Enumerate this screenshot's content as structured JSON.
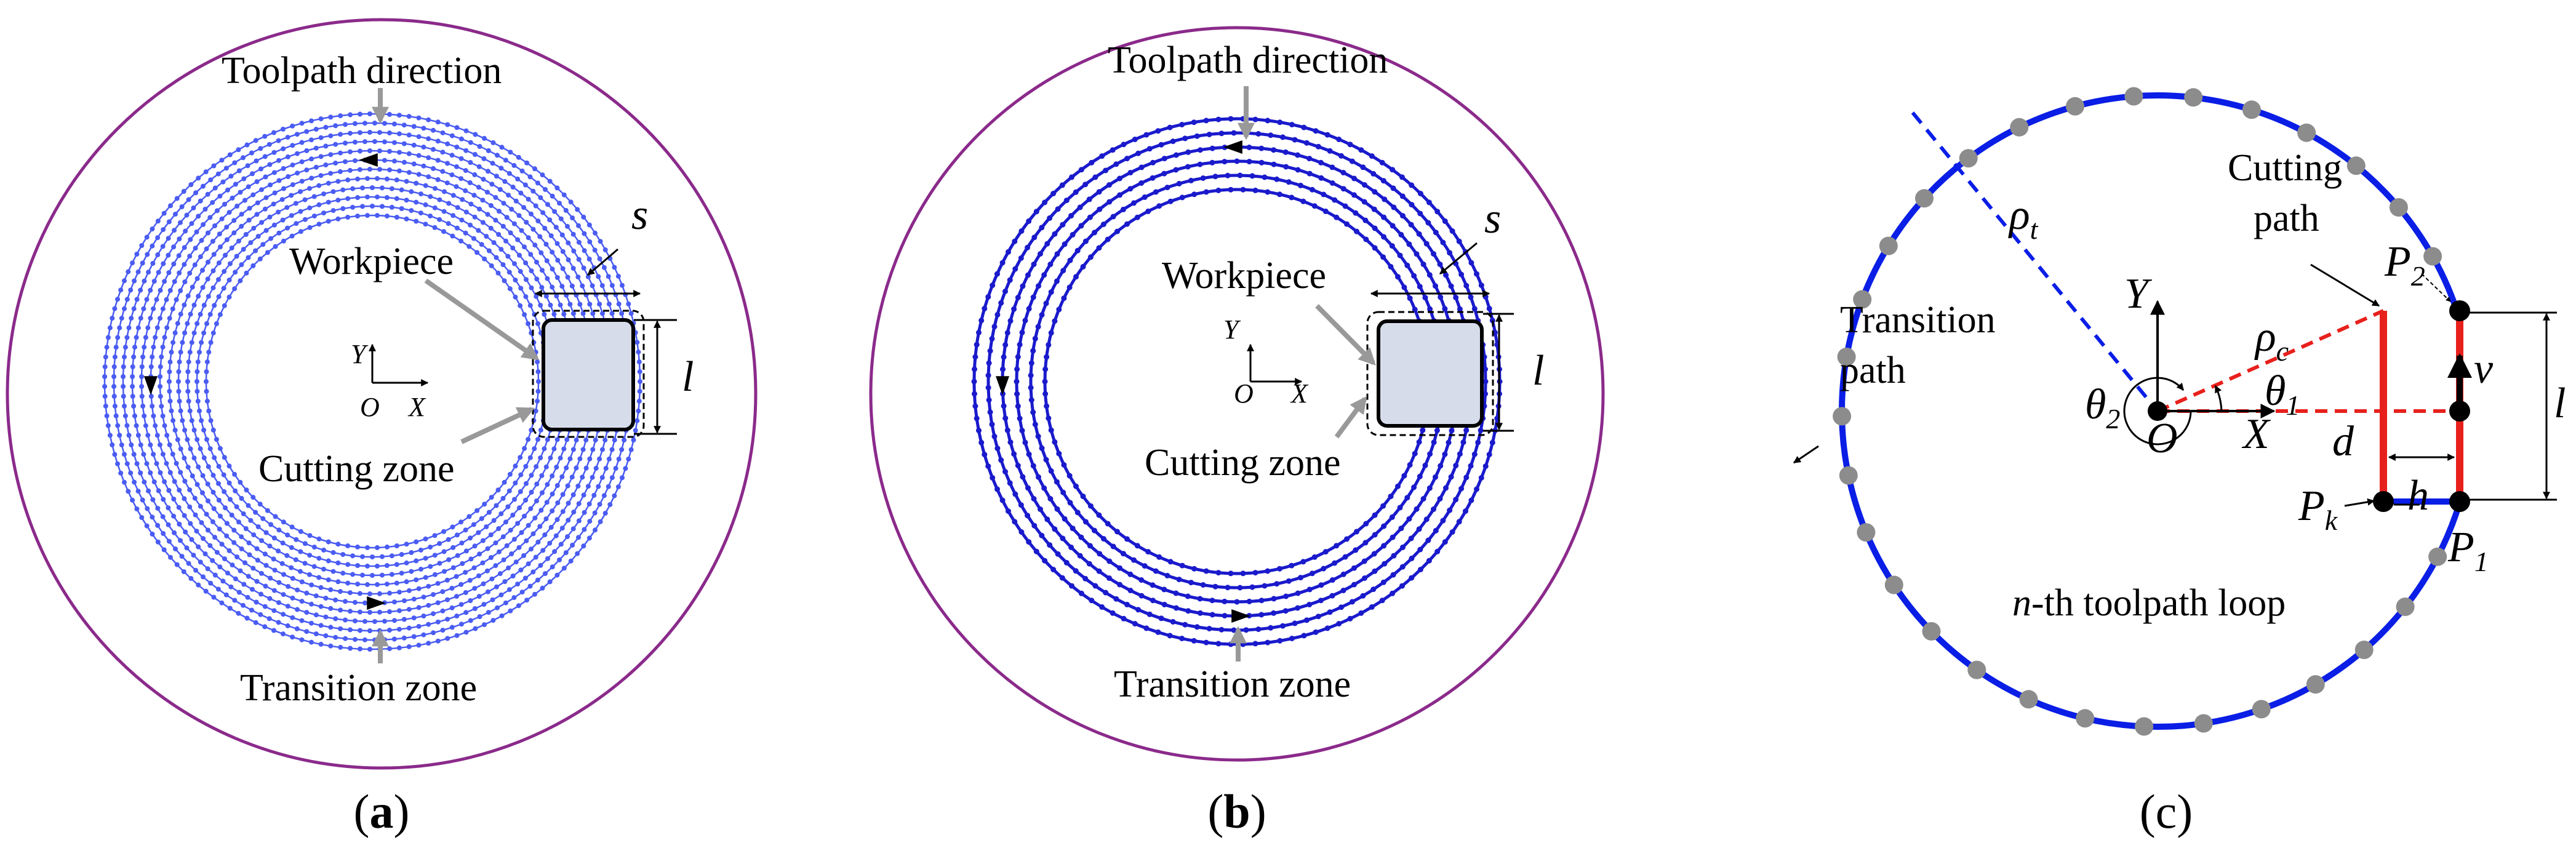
{
  "panels": [
    {
      "caption_open": "(",
      "caption_letter": "a",
      "caption_close": ")",
      "toolpath_direction": "Toolpath direction",
      "workpiece": "Workpiece",
      "cutting_zone": "Cutting zone",
      "transition_zone": "Transition zone",
      "s": "s",
      "l": "l",
      "axis_y": "Y",
      "axis_o": "O",
      "axis_x": "X"
    },
    {
      "caption_open": "(",
      "caption_letter": "b",
      "caption_close": ")",
      "toolpath_direction": "Toolpath direction",
      "workpiece": "Workpiece",
      "cutting_zone": "Cutting zone",
      "transition_zone": "Transition zone",
      "s": "s",
      "l": "l",
      "axis_y": "Y",
      "axis_o": "O",
      "axis_x": "X"
    },
    {
      "caption": "(c)",
      "cutting_path_1": "Cutting",
      "cutting_path_2": "path",
      "transition_path_1": "Transition",
      "transition_path_2": "path",
      "loop_label_n": "n",
      "loop_label_rest": "-th toolpath loop",
      "rho": "ρ",
      "rho_t_sub": "t",
      "rho_c_sub": "c",
      "theta": "θ",
      "theta1_sub": "1",
      "theta2_sub": "2",
      "y": "Y",
      "x": "X",
      "o": "O",
      "d": "d",
      "h": "h",
      "v": "v",
      "l": "l",
      "p": "P",
      "p2_sub": "2",
      "pk_sub": "k",
      "p1_sub": "1"
    }
  ],
  "colors": {
    "outer_circle": "#8b2a8b",
    "spiral_a": "#4a5cf2",
    "spiral_b": "#1a1acc",
    "loop": "#0a1ee6",
    "cut_line": "#e8201c",
    "marker": "#8c8c8c",
    "arrow_gray": "#999999",
    "workpiece_fill": "#d7dcea"
  }
}
